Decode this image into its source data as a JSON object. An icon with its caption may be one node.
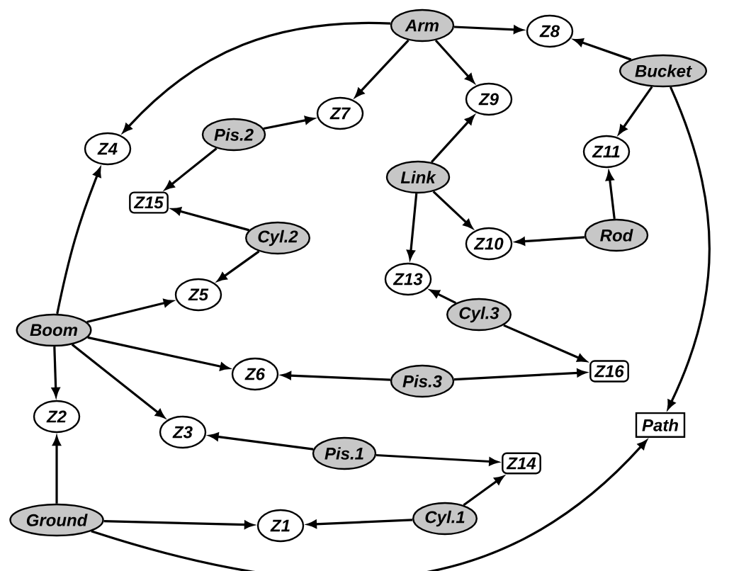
{
  "diagram": {
    "nodes": [
      {
        "text": [
          "Arm"
        ]
      },
      {
        "text": [
          "Z8"
        ]
      },
      {
        "text": [
          "Bucket"
        ]
      },
      {
        "text": [
          "Z4"
        ]
      },
      {
        "text": [
          "Pis.2"
        ]
      },
      {
        "text": [
          "Z7"
        ]
      },
      {
        "text": [
          "Z9"
        ]
      },
      {
        "text": [
          "Z11"
        ]
      },
      {
        "text": [
          "Link"
        ]
      },
      {
        "text": [
          "Z15"
        ]
      },
      {
        "text": [
          "Cyl.2"
        ]
      },
      {
        "text": [
          "Z10"
        ]
      },
      {
        "text": [
          "Rod"
        ]
      },
      {
        "text": [
          "Z13"
        ]
      },
      {
        "text": [
          "Z5"
        ]
      },
      {
        "text": [
          "Cyl.3"
        ]
      },
      {
        "text": [
          "Boom"
        ]
      },
      {
        "text": [
          "Z6"
        ]
      },
      {
        "text": [
          "Pis.3"
        ]
      },
      {
        "text": [
          "Z16"
        ]
      },
      {
        "text": [
          "Z2"
        ]
      },
      {
        "text": [
          "Z3"
        ]
      },
      {
        "text": [
          "Pis.1"
        ]
      },
      {
        "text": [
          "Path"
        ]
      },
      {
        "text": [
          "Z14"
        ]
      },
      {
        "text": [
          "Ground"
        ]
      },
      {
        "text": [
          "Z1"
        ]
      },
      {
        "text": [
          "Cyl.1"
        ]
      }
    ],
    "edges": [
      {
        "from": 0,
        "to": 1,
        "arrow": "to"
      },
      {
        "from": 0,
        "to": 5,
        "arrow": "to"
      },
      {
        "from": 0,
        "to": 6,
        "arrow": "to"
      },
      {
        "from": 0,
        "to": 3,
        "arrow": "to"
      },
      {
        "from": 2,
        "to": 1,
        "arrow": "to"
      },
      {
        "from": 2,
        "to": 7,
        "arrow": "to"
      },
      {
        "from": 2,
        "to": 23,
        "arrow": "to"
      },
      {
        "from": 4,
        "to": 5,
        "arrow": "to"
      },
      {
        "from": 4,
        "to": 9,
        "arrow": "to"
      },
      {
        "from": 8,
        "to": 6,
        "arrow": "to"
      },
      {
        "from": 8,
        "to": 11,
        "arrow": "to"
      },
      {
        "from": 8,
        "to": 13,
        "arrow": "to"
      },
      {
        "from": 12,
        "to": 11,
        "arrow": "to"
      },
      {
        "from": 12,
        "to": 7,
        "arrow": "to"
      },
      {
        "from": 10,
        "to": 9,
        "arrow": "to"
      },
      {
        "from": 10,
        "to": 14,
        "arrow": "to"
      },
      {
        "from": 15,
        "to": 13,
        "arrow": "to"
      },
      {
        "from": 15,
        "to": 19,
        "arrow": "to"
      },
      {
        "from": 16,
        "to": 3,
        "arrow": "to"
      },
      {
        "from": 16,
        "to": 14,
        "arrow": "to"
      },
      {
        "from": 16,
        "to": 17,
        "arrow": "to"
      },
      {
        "from": 16,
        "to": 20,
        "arrow": "to"
      },
      {
        "from": 16,
        "to": 21,
        "arrow": "to"
      },
      {
        "from": 18,
        "to": 17,
        "arrow": "to"
      },
      {
        "from": 18,
        "to": 19,
        "arrow": "to"
      },
      {
        "from": 22,
        "to": 21,
        "arrow": "to"
      },
      {
        "from": 22,
        "to": 24,
        "arrow": "to"
      },
      {
        "from": 25,
        "to": 20,
        "arrow": "to"
      },
      {
        "from": 25,
        "to": 26,
        "arrow": "to"
      },
      {
        "from": 25,
        "to": 23,
        "arrow": "to"
      },
      {
        "from": 27,
        "to": 26,
        "arrow": "to"
      },
      {
        "from": 27,
        "to": 24,
        "arrow": "to"
      }
    ]
  }
}
